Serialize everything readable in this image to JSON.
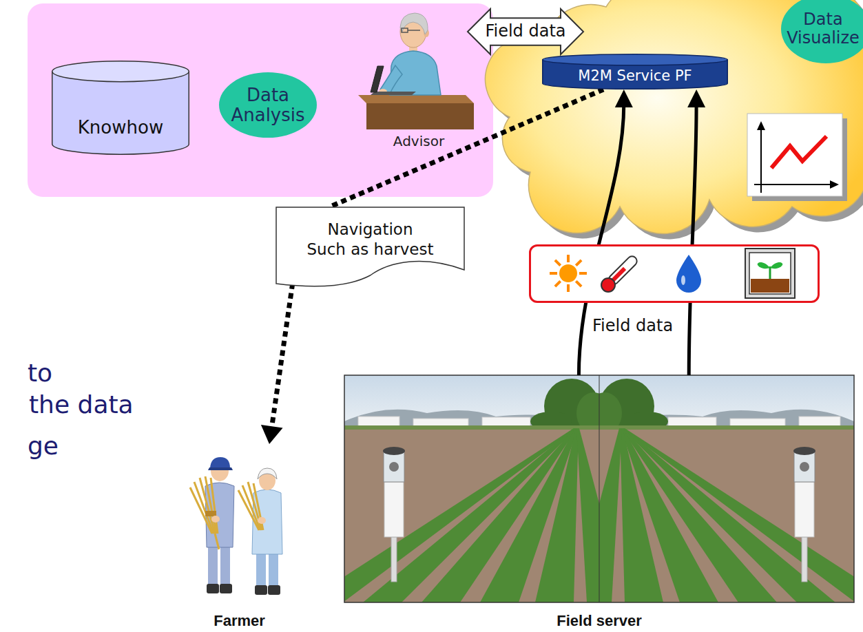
{
  "diagram": {
    "nodes": [
      {
        "text": [
          "Knowhow"
        ]
      },
      {
        "text": [
          "Data Analysis"
        ]
      },
      {
        "text": [
          "Advisor"
        ]
      },
      {
        "text": [
          "Field data"
        ]
      },
      {
        "text": [
          "M2M Service PF"
        ]
      },
      {
        "text": [
          "Data Visualize"
        ]
      },
      {
        "text": [
          "Navigation Such as harvest"
        ]
      },
      {
        "text": [
          "Field data"
        ]
      },
      {
        "text": [
          "Farmer"
        ]
      },
      {
        "text": [
          "Field server"
        ]
      }
    ],
    "edges": [
      {
        "from": 4,
        "to": 6,
        "arrow": "none"
      },
      {
        "from": 6,
        "to": 8,
        "arrow": "to"
      },
      {
        "from": 9,
        "to": 4,
        "arrow": "to"
      },
      {
        "from": 9,
        "to": 4,
        "arrow": "to"
      }
    ],
    "labels": [
      "to",
      "the data",
      "ge"
    ]
  }
}
